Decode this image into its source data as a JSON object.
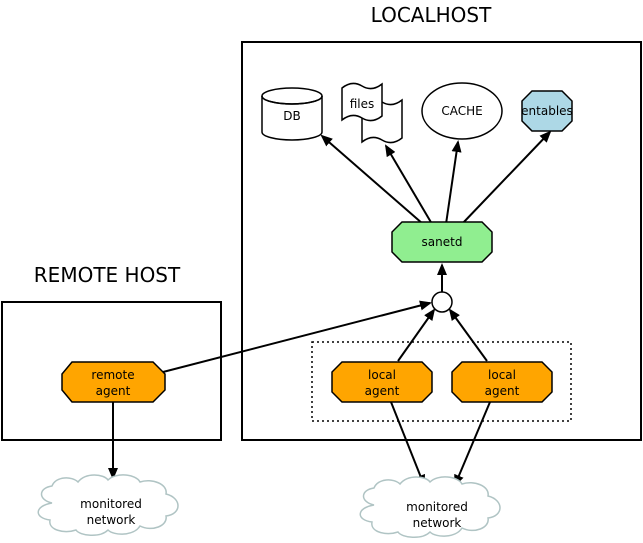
{
  "titles": {
    "localhost": "LOCALHOST",
    "remote_host": "REMOTE HOST"
  },
  "nodes": {
    "db": "DB",
    "files": "files",
    "cache": "CACHE",
    "entables": "entables",
    "sanetd": "sanetd",
    "remote_agent": [
      "remote",
      "agent"
    ],
    "local_agent_1": [
      "local",
      "agent"
    ],
    "local_agent_2": [
      "local",
      "agent"
    ],
    "monitored_network_left": [
      "monitored",
      "network"
    ],
    "monitored_network_right": [
      "monitored",
      "network"
    ]
  },
  "colors": {
    "agent": "#ffa500",
    "sanetd": "#90ee90",
    "entables": "#add8e6",
    "cloud": "#ffffff",
    "cloud_stroke": "#b0c4c4",
    "line": "#000000"
  }
}
